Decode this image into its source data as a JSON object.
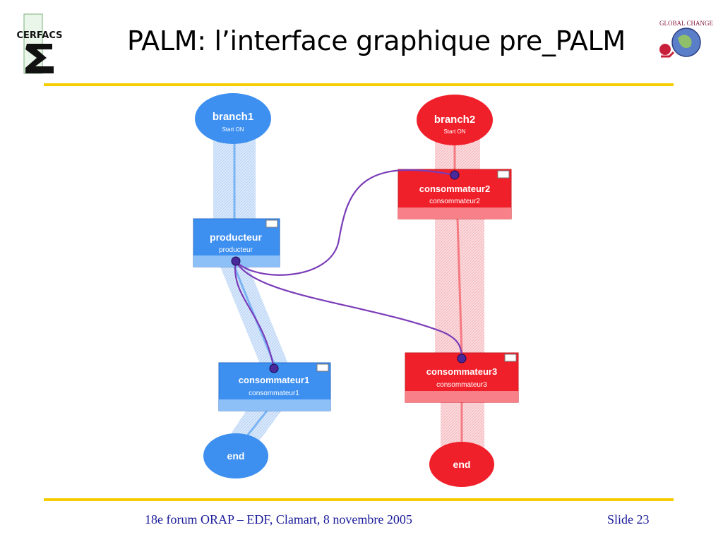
{
  "slide": {
    "title": "PALM: l’interface graphique pre_PALM",
    "footer_left": "18e forum ORAP – EDF, Clamart, 8 novembre 2005",
    "footer_right": "Slide 23",
    "logo_left_text": "CERFACS",
    "logo_right_text": "GLOBAL CHANGE"
  },
  "colors": {
    "blue": "#3d8ff0",
    "blue_light": "#8ec0f8",
    "red": "#f0202a",
    "red_light": "#f88088",
    "port": "#4a2a9a",
    "link": "#7a3cb8",
    "accent_rule": "#f5cd00",
    "footer_text": "#1a1a99"
  },
  "diagram": {
    "branch1": {
      "name": "branch1",
      "status": "Start ON"
    },
    "branch2": {
      "name": "branch2",
      "status": "Start ON"
    },
    "producteur": {
      "title": "producteur",
      "subtitle": "producteur"
    },
    "consommateur1": {
      "title": "consommateur1",
      "subtitle": "consommateur1"
    },
    "consommateur2": {
      "title": "consommateur2",
      "subtitle": "consommateur2"
    },
    "consommateur3": {
      "title": "consommateur3",
      "subtitle": "consommateur3"
    },
    "end1": {
      "name": "end"
    },
    "end2": {
      "name": "end"
    }
  }
}
